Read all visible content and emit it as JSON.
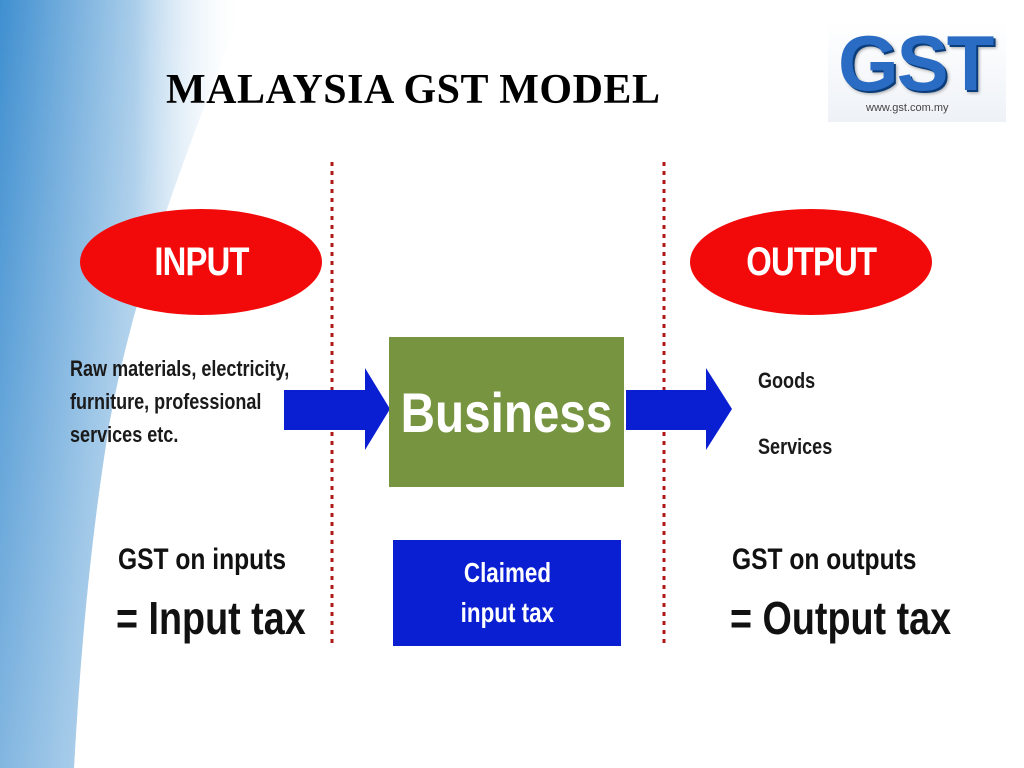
{
  "title": "MALAYSIA GST MODEL",
  "logo": {
    "mark": "GST",
    "url": "www.gst.com.my"
  },
  "input": {
    "label": "INPUT",
    "items": [
      "Raw materials, electricity,",
      "furniture,  professional",
      "services etc."
    ],
    "gst_line": "GST on inputs",
    "tax_line": "= Input tax"
  },
  "business": {
    "label": "Business"
  },
  "claimed": {
    "lines": [
      "Claimed",
      "input tax"
    ]
  },
  "output": {
    "label": "OUTPUT",
    "items": [
      "Goods",
      "Services"
    ],
    "gst_line": "GST on outputs",
    "tax_line": "= Output tax"
  },
  "colors": {
    "oval": "#f20a0a",
    "business": "#779440",
    "claimed": "#0b1fd2",
    "arrow": "#0b1fd2",
    "divider": "#b01818",
    "side_gradient": "#3f8fd0"
  }
}
